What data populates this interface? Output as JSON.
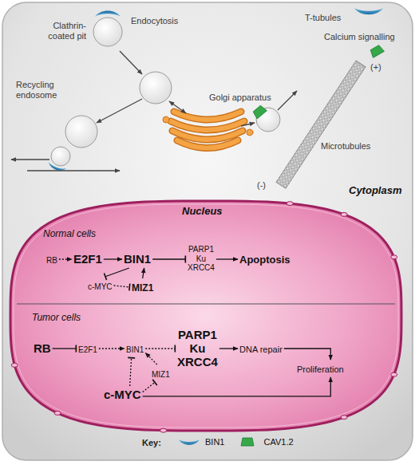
{
  "diagram": {
    "nodes": [
      {
        "text": [
          "Cytoplasm"
        ]
      },
      {
        "text": [
          "Nucleus"
        ],
        "in": 0
      },
      {
        "text": [
          "Normal cells"
        ],
        "in": 1
      },
      {
        "text": [
          "RB"
        ],
        "in": 2
      },
      {
        "text": [
          "E2F1"
        ],
        "in": 2
      },
      {
        "text": [
          "BIN1"
        ],
        "in": 2
      },
      {
        "text": [
          "c-MYC"
        ],
        "in": 2
      },
      {
        "text": [
          "MIZ1"
        ],
        "in": 2
      },
      {
        "text": [
          "PARP1 Ku XRCC4"
        ],
        "in": 2
      },
      {
        "text": [
          "Apoptosis"
        ],
        "in": 2
      },
      {
        "text": [
          "Tumor cells"
        ],
        "in": 1
      },
      {
        "text": [
          "RB"
        ],
        "in": 10
      },
      {
        "text": [
          "E2F1"
        ],
        "in": 10
      },
      {
        "text": [
          "BIN1"
        ],
        "in": 10
      },
      {
        "text": [
          "MIZ1"
        ],
        "in": 10
      },
      {
        "text": [
          "PARP1 Ku XRCC4"
        ],
        "in": 10
      },
      {
        "text": [
          "DNA repair"
        ],
        "in": 10
      },
      {
        "text": [
          "c-MYC"
        ],
        "in": 10
      },
      {
        "text": [
          "Proliferation"
        ],
        "in": 10
      }
    ],
    "edges": [
      {
        "from": 3,
        "to": 4,
        "arrow": "to"
      },
      {
        "from": 4,
        "to": 5,
        "arrow": "to"
      },
      {
        "from": 5,
        "to": 8,
        "arrow": "to"
      },
      {
        "from": 8,
        "to": 9,
        "arrow": "to"
      },
      {
        "from": 5,
        "to": 6,
        "arrow": "to"
      },
      {
        "from": 6,
        "to": 7,
        "arrow": "to"
      },
      {
        "from": 7,
        "to": 5,
        "arrow": "to"
      },
      {
        "from": 11,
        "to": 12,
        "arrow": "to"
      },
      {
        "from": 12,
        "to": 13,
        "arrow": "to"
      },
      {
        "from": 13,
        "to": 15,
        "arrow": "to"
      },
      {
        "from": 17,
        "to": 13,
        "arrow": "to"
      },
      {
        "from": 17,
        "to": 14,
        "arrow": "to"
      },
      {
        "from": 14,
        "to": 13,
        "arrow": "to"
      },
      {
        "from": 15,
        "to": 16,
        "arrow": "to"
      },
      {
        "from": 16,
        "to": 18,
        "arrow": "to"
      },
      {
        "from": 17,
        "to": 18,
        "arrow": "to"
      }
    ],
    "labels": [
      "Clathrin-coated pit",
      "Endocytosis",
      "Recycling endosome",
      "Golgi apparatus",
      "T-tubules",
      "Calcium signalling",
      "Microtubules",
      "(+)",
      "(-)",
      "Key:"
    ],
    "legend": [
      {
        "text": "BIN1"
      },
      {
        "text": "CAV1.2"
      }
    ]
  }
}
